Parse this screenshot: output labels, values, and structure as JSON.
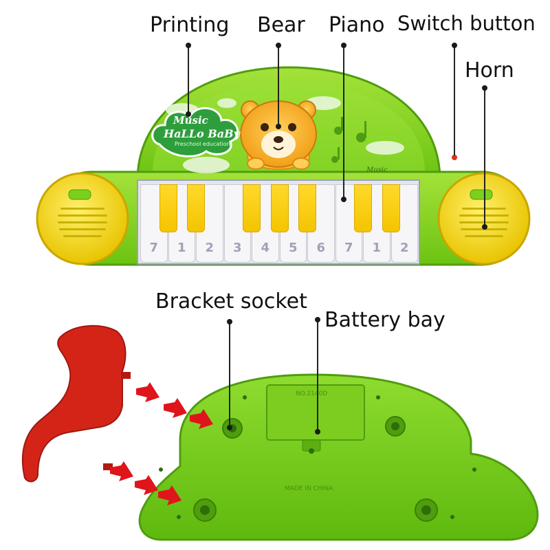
{
  "labels": {
    "printing": "Printing",
    "bear": "Bear",
    "piano": "Piano",
    "switch_button": "Switch button",
    "horn": "Horn",
    "bracket_socket": "Bracket socket",
    "battery_bay": "Battery bay"
  },
  "toy_print": {
    "logo_line1": "Music",
    "logo_line2": "HaLLo BaBy",
    "logo_line3": "Preschool education",
    "music_tag": "Music"
  },
  "keys": [
    "7",
    "1",
    "2",
    "3",
    "4",
    "5",
    "6",
    "7",
    "1",
    "2"
  ],
  "back_print": {
    "top_code": "NO.2140D",
    "made_in": "MADE IN CHINA"
  },
  "colors": {
    "green_body": "#7bd01d",
    "green_dark": "#4f9d0d",
    "yellow": "#f6d21b",
    "red_stand": "#d42418",
    "arrow_red": "#e0141b"
  }
}
